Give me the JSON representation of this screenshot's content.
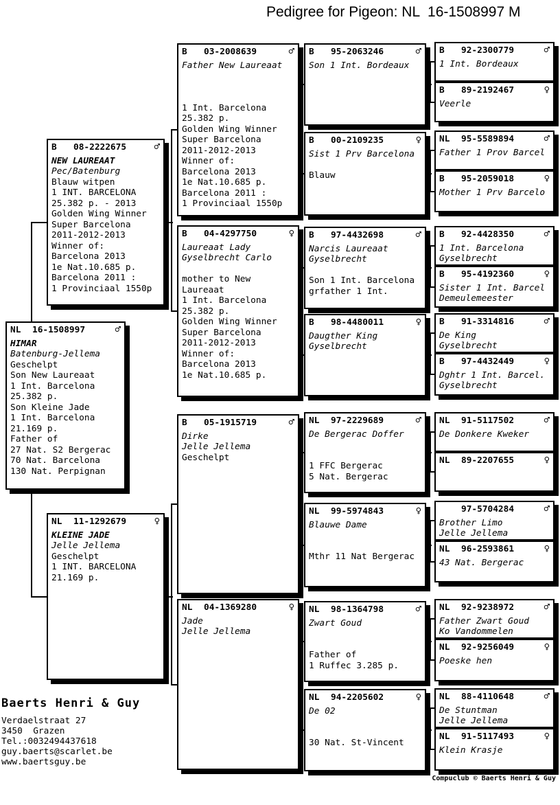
{
  "title": "Pedigree for Pigeon: NL  16-1508997 M",
  "sex_symbols": {
    "male": "♂",
    "female": "♀"
  },
  "owner": {
    "name": "Baerts Henri & Guy",
    "address": "Verdaelstraat 27\n3450  Grazen\nTel.:0032494437618\nguy.baerts@scarlet.be\nwww.baertsguy.be"
  },
  "credit": "Compuclub © Baerts Henri & Guy",
  "boxes": [
    {
      "country": "NL",
      "ring": "16-1508997",
      "sex": "male",
      "title": "HIMAR",
      "name": "Batenburg-Jellema",
      "info": "Geschelpt\nSon New Laureaat\n1 Int. Barcelona\n25.382 p.\nSon Kleine Jade\n1 Int. Barcelona\n21.169 p.\nFather of\n27 Nat. S2 Bergerac\n70 Nat. Barcelona\n130 Nat. Perpignan"
    },
    {
      "country": "B",
      "ring": "08-2222675",
      "sex": "male",
      "title": "NEW LAUREAAT",
      "name": "Pec/Batenburg",
      "info": "Blauw witpen\n1 INT. BARCELONA\n25.382 p. - 2013\nGolden Wing Winner\nSuper Barcelona\n2011-2012-2013\nWinner of:\nBarcelona 2013\n1e Nat.10.685 p.\nBarcelona 2011 :\n1 Provinciaal 1550p"
    },
    {
      "country": "NL",
      "ring": "11-1292679",
      "sex": "female",
      "title": "KLEINE JADE",
      "name": "Jelle Jellema",
      "info": "Geschelpt\n1 INT. BARCELONA\n21.169 p."
    },
    {
      "country": "B",
      "ring": "03-2008639",
      "sex": "male",
      "title": "",
      "name": "Father New Laureaat",
      "info": "\n\n\n1 Int. Barcelona\n25.382 p.\nGolden Wing Winner\nSuper Barcelona\n2011-2012-2013\nWinner of:\nBarcelona 2013\n1e Nat.10.685 p.\nBarcelona 2011 :\n1 Provinciaal 1550p"
    },
    {
      "country": "B",
      "ring": "04-4297750",
      "sex": "female",
      "title": "",
      "name": "Laureaat Lady\nGyselbrecht Carlo",
      "info": "\nmother to New\nLaureaat\n1 Int. Barcelona\n25.382 p.\nGolden Wing Winner\nSuper Barcelona\n2011-2012-2013\nWinner of:\nBarcelona 2013\n1e Nat.10.685 p."
    },
    {
      "country": "B",
      "ring": "05-1915719",
      "sex": "male",
      "title": "",
      "name": "Dirke\nJelle Jellema",
      "info": "Geschelpt"
    },
    {
      "country": "NL",
      "ring": "04-1369280",
      "sex": "female",
      "title": "",
      "name": "Jade\nJelle Jellema",
      "info": ""
    },
    {
      "country": "B",
      "ring": "95-2063246",
      "sex": "male",
      "title": "",
      "name": "Son 1 Int. Bordeaux",
      "info": ""
    },
    {
      "country": "B",
      "ring": "00-2109235",
      "sex": "female",
      "title": "",
      "name": "Sist 1 Prv Barcelona",
      "info": "\nBlauw"
    },
    {
      "country": "B",
      "ring": "97-4432698",
      "sex": "male",
      "title": "",
      "name": "Narcis Laureaat\nGyselbrecht",
      "info": "\nSon 1 Int. Barcelona\ngrfather 1 Int."
    },
    {
      "country": "B",
      "ring": "98-4480011",
      "sex": "female",
      "title": "",
      "name": "Daugther King\nGyselbrecht",
      "info": ""
    },
    {
      "country": "NL",
      "ring": "97-2229689",
      "sex": "male",
      "title": "",
      "name": "De Bergerac Doffer",
      "info": "\n\n1 FFC Bergerac\n5 Nat. Bergerac"
    },
    {
      "country": "NL",
      "ring": "99-5974843",
      "sex": "female",
      "title": "",
      "name": "Blauwe Dame",
      "info": "\n\nMthr 11 Nat Bergerac"
    },
    {
      "country": "NL",
      "ring": "98-1364798",
      "sex": "male",
      "title": "",
      "name": "Zwart Goud",
      "info": "\n\nFather of\n1 Ruffec 3.285 p."
    },
    {
      "country": "NL",
      "ring": "94-2205602",
      "sex": "female",
      "title": "",
      "name": "De 02",
      "info": "\n\n30 Nat. St-Vincent"
    },
    {
      "country": "B",
      "ring": "92-2300779",
      "sex": "male",
      "title": "",
      "name": "1 Int. Bordeaux",
      "info": ""
    },
    {
      "country": "B",
      "ring": "89-2192467",
      "sex": "female",
      "title": "",
      "name": "Veerle",
      "info": ""
    },
    {
      "country": "NL",
      "ring": "95-5589894",
      "sex": "male",
      "title": "",
      "name": "Father 1 Prov Barcel",
      "info": ""
    },
    {
      "country": "B",
      "ring": "95-2059018",
      "sex": "female",
      "title": "",
      "name": "Mother 1 Prv Barcelo",
      "info": ""
    },
    {
      "country": "B",
      "ring": "92-4428350",
      "sex": "male",
      "title": "",
      "name": "1 Int. Barcelona\nGyselbrecht",
      "info": ""
    },
    {
      "country": "B",
      "ring": "95-4192360",
      "sex": "female",
      "title": "",
      "name": "Sister 1 Int. Barcel\nDemeulemeester",
      "info": ""
    },
    {
      "country": "B",
      "ring": "91-3314816",
      "sex": "male",
      "title": "",
      "name": "De King\nGyselbrecht",
      "info": ""
    },
    {
      "country": "B",
      "ring": "97-4432449",
      "sex": "female",
      "title": "",
      "name": "Dghtr 1 Int. Barcel.\nGyselbrecht",
      "info": ""
    },
    {
      "country": "NL",
      "ring": "91-5117502",
      "sex": "male",
      "title": "",
      "name": "De Donkere Kweker",
      "info": ""
    },
    {
      "country": "NL",
      "ring": "89-2207655",
      "sex": "female",
      "title": "",
      "name": "",
      "info": ""
    },
    {
      "country": "",
      "ring": "97-5704284",
      "sex": "male",
      "title": "",
      "name": "Brother Limo\nJelle Jellema",
      "info": ""
    },
    {
      "country": "NL",
      "ring": "96-2593861",
      "sex": "female",
      "title": "",
      "name": "43 Nat. Bergerac",
      "info": ""
    },
    {
      "country": "NL",
      "ring": "92-9238972",
      "sex": "male",
      "title": "",
      "name": "Father Zwart Goud\nKo Vandommelen",
      "info": ""
    },
    {
      "country": "NL",
      "ring": "92-9256049",
      "sex": "female",
      "title": "",
      "name": "Poeske hen",
      "info": ""
    },
    {
      "country": "NL",
      "ring": "88-4110648",
      "sex": "male",
      "title": "",
      "name": "De Stuntman\nJelle Jellema",
      "info": ""
    },
    {
      "country": "NL",
      "ring": "91-5117493",
      "sex": "female",
      "title": "",
      "name": "Klein Krasje",
      "info": ""
    }
  ]
}
